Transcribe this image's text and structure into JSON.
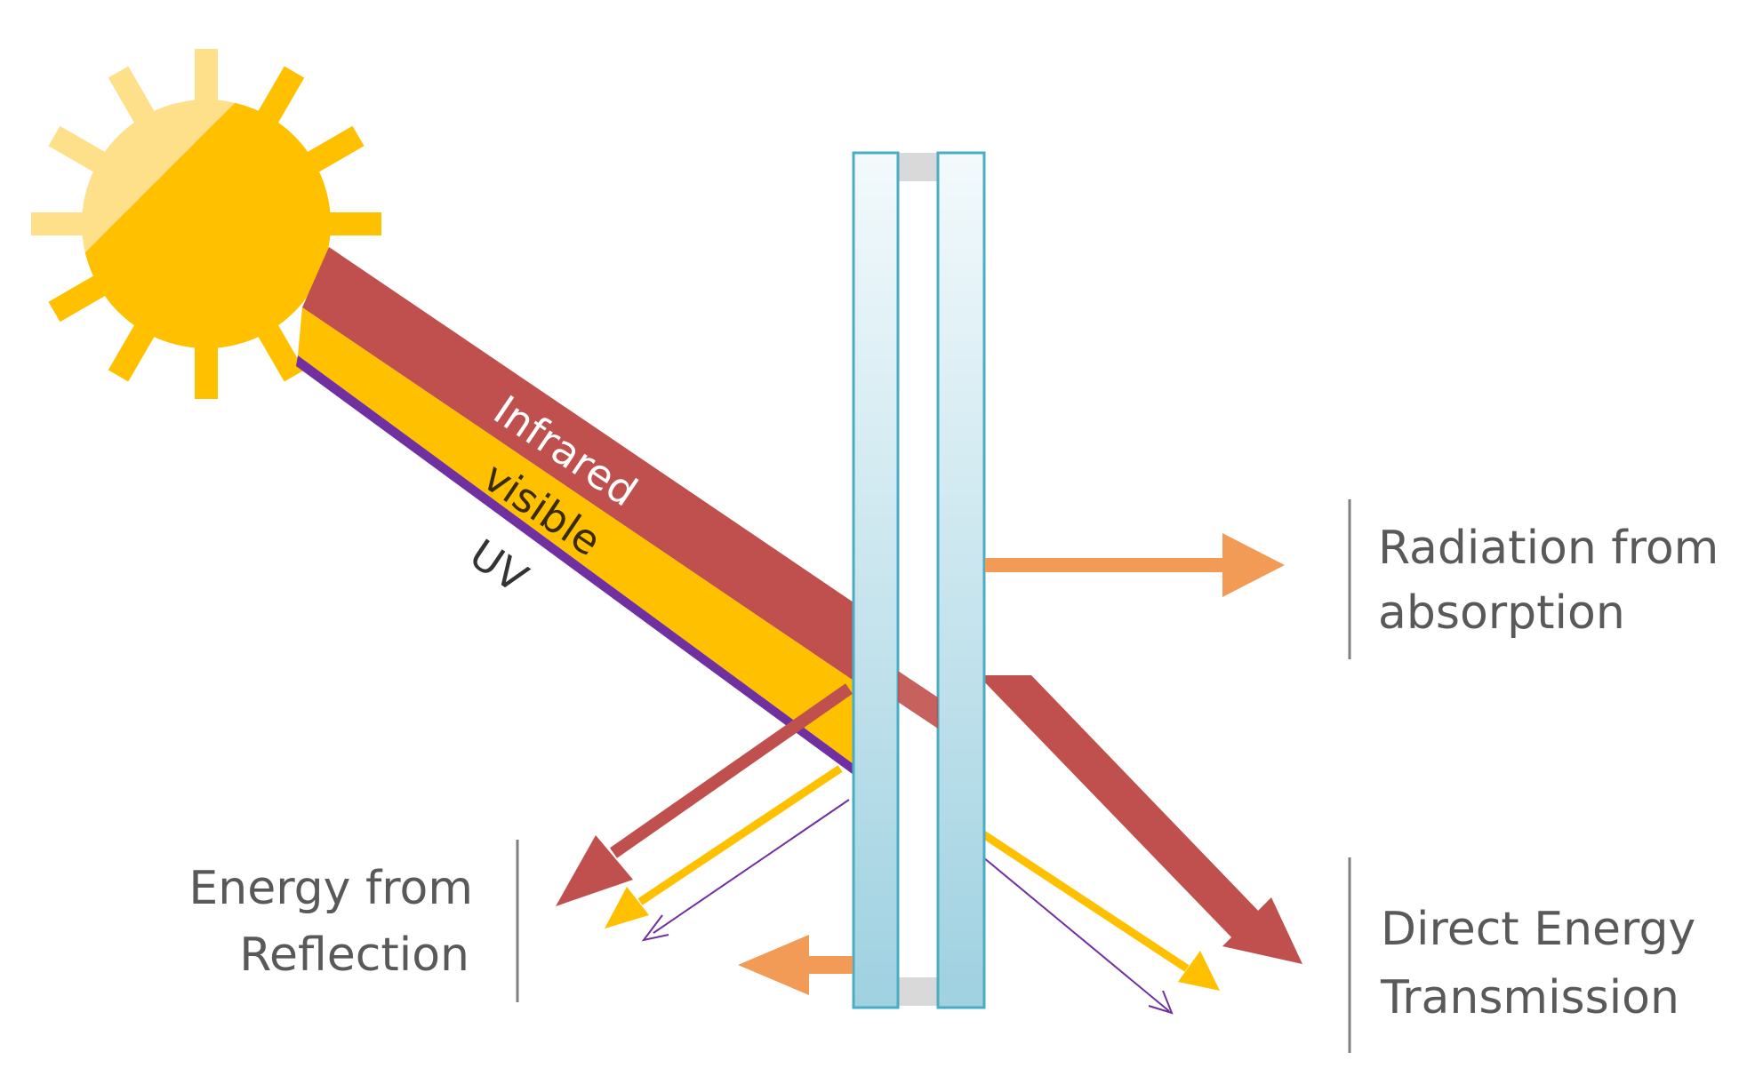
{
  "beams": {
    "infrared": "Infrared",
    "visible": "visible",
    "uv": "UV"
  },
  "labels": {
    "radiation_line1": "Radiation from",
    "radiation_line2": "absorption",
    "reflection_line1": "Energy from",
    "reflection_line2": "Reflection",
    "transmission_line1": "Direct Energy",
    "transmission_line2": "Transmission"
  },
  "colors": {
    "infrared": "#c0504d",
    "visible": "#ffc000",
    "uv": "#7030a0",
    "sun_light": "#ffe08a",
    "sun_dark": "#ffc000",
    "glass_fill": "#c8e6ef",
    "glass_stroke": "#4bacc6",
    "absorption_arrow": "#f29b57",
    "spacer": "#d9d9d9",
    "label_text": "#595959"
  }
}
